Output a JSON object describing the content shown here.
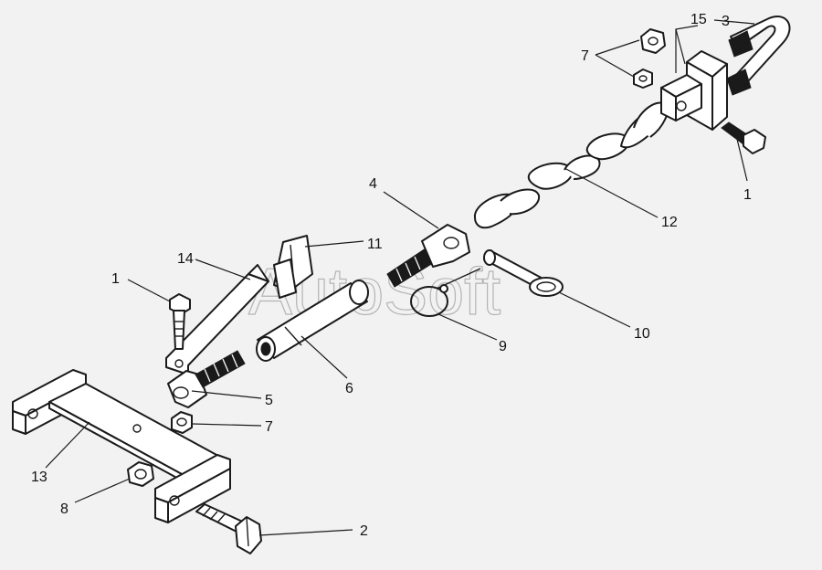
{
  "diagram": {
    "watermark": "AutoSoft",
    "callouts": [
      {
        "id": "c15",
        "text": "15"
      },
      {
        "id": "c3",
        "text": "3"
      },
      {
        "id": "c7a",
        "text": "7"
      },
      {
        "id": "c1a",
        "text": "1"
      },
      {
        "id": "c12",
        "text": "12"
      },
      {
        "id": "c4",
        "text": "4"
      },
      {
        "id": "c11",
        "text": "11"
      },
      {
        "id": "c14",
        "text": "14"
      },
      {
        "id": "c1b",
        "text": "1"
      },
      {
        "id": "c10",
        "text": "10"
      },
      {
        "id": "c9",
        "text": "9"
      },
      {
        "id": "c6",
        "text": "6"
      },
      {
        "id": "c5",
        "text": "5"
      },
      {
        "id": "c7b",
        "text": "7"
      },
      {
        "id": "c13",
        "text": "13"
      },
      {
        "id": "c8",
        "text": "8"
      },
      {
        "id": "c2",
        "text": "2"
      }
    ]
  }
}
